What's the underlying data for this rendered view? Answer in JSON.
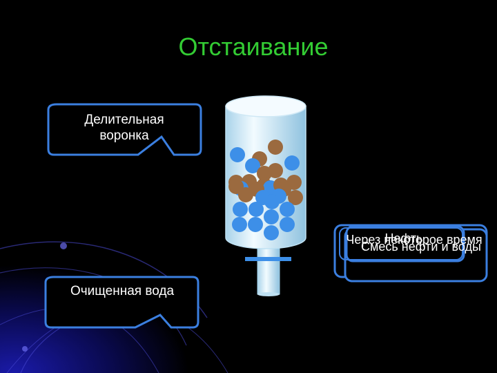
{
  "title": "Отстаивание",
  "callouts": {
    "funnel": "Делительная воронка",
    "water": "Очищенная вода",
    "mixture": "Смесь нефти и воды",
    "time": "Через некоторое время",
    "oil": "Нефть"
  },
  "colors": {
    "title": "#33cc33",
    "callout_border": "#3b7fe0",
    "callout_fill": "#000000",
    "water_ball": "#3d8fe8",
    "oil_ball": "#9b6a3f",
    "glass": "#d8ecf5"
  }
}
